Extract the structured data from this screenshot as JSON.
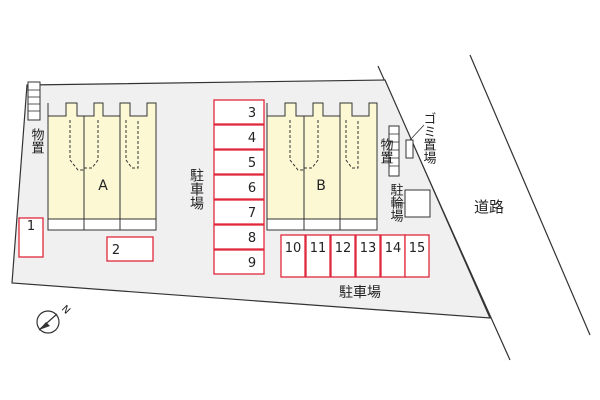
{
  "buildings": {
    "a": {
      "label": "A"
    },
    "b": {
      "label": "B"
    }
  },
  "parking": {
    "label_west": "駐車場",
    "label_south": "駐車場",
    "spaces": [
      "1",
      "2",
      "3",
      "4",
      "5",
      "6",
      "7",
      "8",
      "9",
      "10",
      "11",
      "12",
      "13",
      "14",
      "15"
    ]
  },
  "storage": {
    "a_label": "物置",
    "b_label": "物置"
  },
  "trash": {
    "label": "ゴミ置場"
  },
  "bicycle": {
    "label": "駐輪場"
  },
  "road": {
    "label": "道路"
  },
  "compass": {
    "north_letter": "N"
  },
  "colors": {
    "lot_fill": "#f0f0f0",
    "building_fill": "#fbf8d3",
    "parking_stroke": "#e0283c",
    "parking_fill": "#ffffff",
    "line": "#333333"
  }
}
